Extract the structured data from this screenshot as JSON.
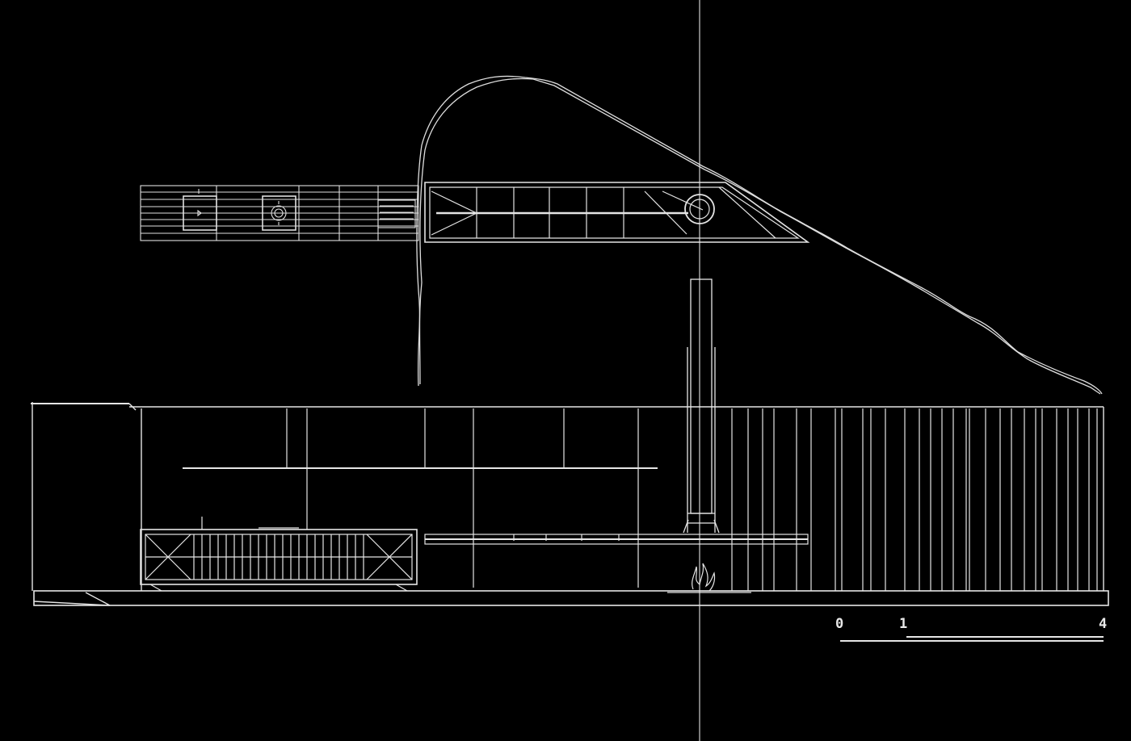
{
  "drawing": {
    "type": "architectural elevation and plan line drawing",
    "background_color": "#000000",
    "line_color": "#e6e6e6",
    "bright_line_color": "#f4f4f4"
  },
  "scale_bar": {
    "labels": [
      "0",
      "1",
      "4"
    ]
  }
}
